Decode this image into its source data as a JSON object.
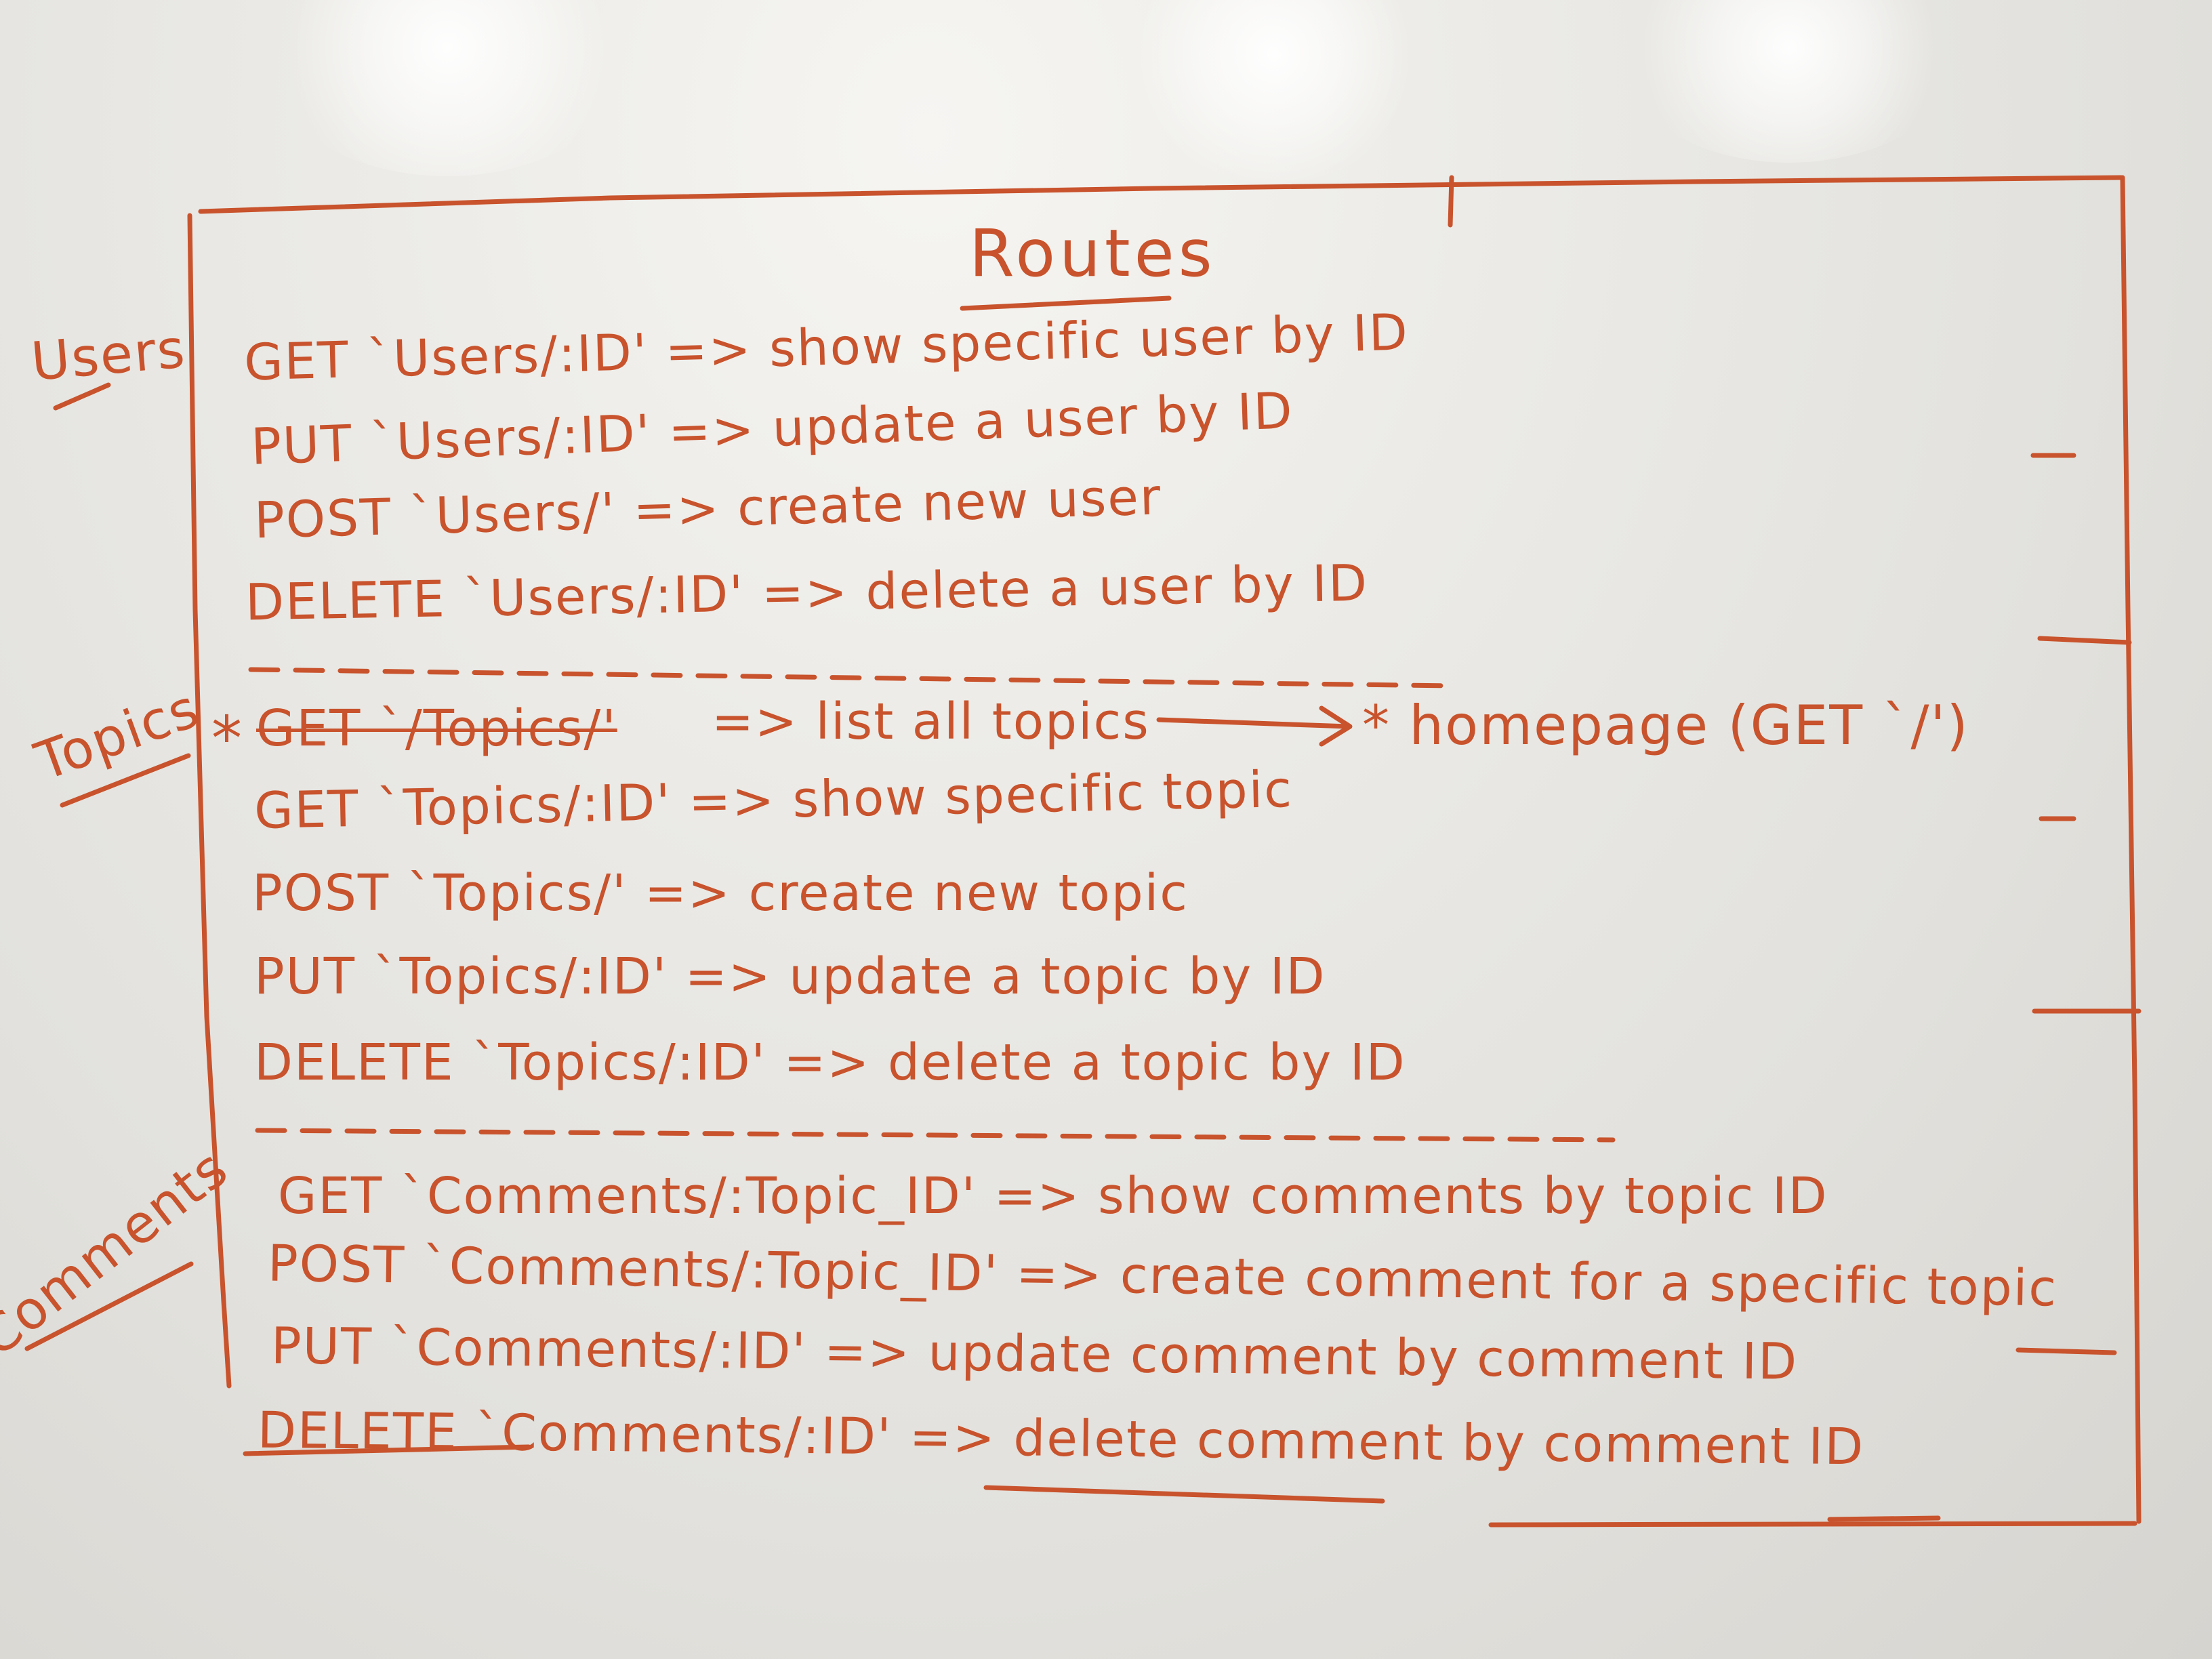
{
  "board": {
    "ink_color": "#c8532c",
    "board_color": "#e6e5e1"
  },
  "title": "Routes",
  "categories": {
    "users": "Users",
    "topics": "Topics",
    "comments": "Comments"
  },
  "users": [
    "GET `Users/:ID' => show specific user by ID",
    "PUT `Users/:ID' => update a user by ID",
    "POST `Users/' => create new user",
    "DELETE `Users/:ID' => delete a user by ID"
  ],
  "topics": {
    "struck_route": "GET `/Topics/'",
    "struck_desc": "=> list all topics",
    "asterisk": "*",
    "note": "* homepage (GET `/')",
    "routes": [
      "GET `Topics/:ID' => show specific topic",
      "POST `Topics/' => create new topic",
      "PUT `Topics/:ID' => update a topic by ID",
      "DELETE `Topics/:ID' => delete a topic by ID"
    ]
  },
  "comments": [
    "GET `Comments/:Topic_ID' => show comments by topic ID",
    "POST `Comments/:Topic_ID' => create comment for a specific topic",
    "PUT `Comments/:ID' => update comment by comment ID",
    "DELETE `Comments/:ID' => delete comment by comment ID"
  ]
}
